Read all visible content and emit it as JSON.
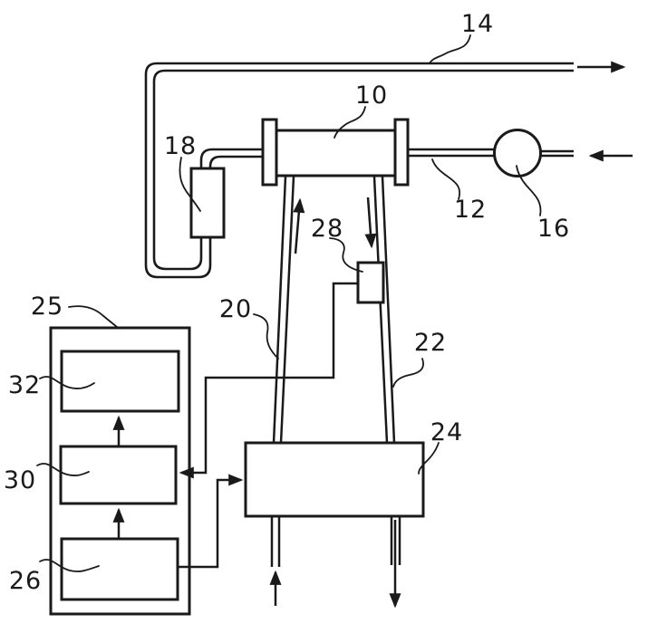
{
  "figure": {
    "background": "#ffffff",
    "line_color": "#1a1a1a",
    "refs": {
      "r10": "10",
      "r12": "12",
      "r14": "14",
      "r16": "16",
      "r18": "18",
      "r20": "20",
      "r22": "22",
      "r24": "24",
      "r25": "25",
      "r26": "26",
      "r28": "28",
      "r30": "30",
      "r32": "32"
    }
  }
}
